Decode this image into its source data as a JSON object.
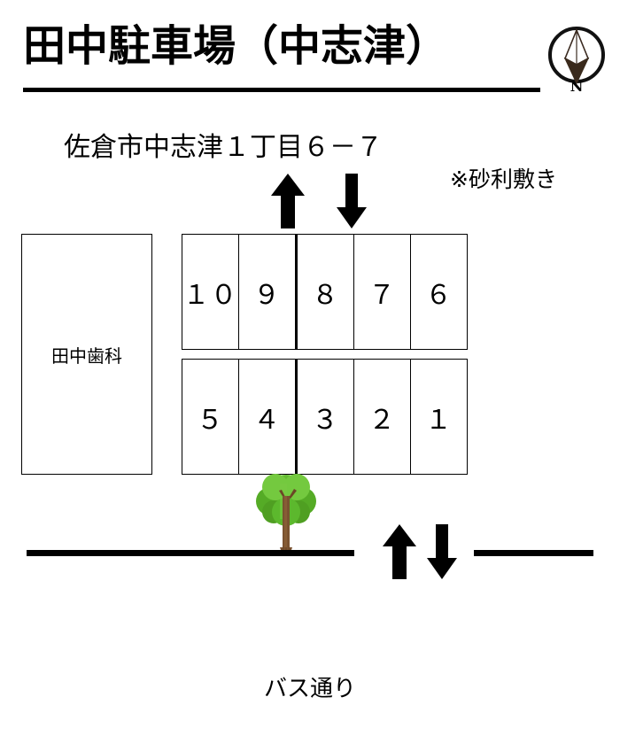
{
  "title": "田中駐車場（中志津）",
  "compass": {
    "label": "N",
    "icon": "compass-north-icon"
  },
  "address": "佐倉市中志津１丁目６－７",
  "note": "※砂利敷き",
  "building": {
    "label": "田中歯科"
  },
  "parking": {
    "rows": [
      {
        "id": "top",
        "stalls": [
          "１０",
          "９",
          "８",
          "７",
          "６"
        ]
      },
      {
        "id": "bottom",
        "stalls": [
          "５",
          "４",
          "３",
          "２",
          "１"
        ]
      }
    ],
    "thick_divider_after_index": 1
  },
  "arrows": {
    "entrance_up": "arrow-up-icon",
    "entrance_down": "arrow-down-icon",
    "road_up": "arrow-up-icon",
    "road_down": "arrow-down-icon"
  },
  "tree": {
    "name": "tree-icon",
    "foliage_color": "#5cb82d",
    "foliage_shade": "#3f9e1e",
    "foliage_light": "#7ac943",
    "trunk_color": "#7a5230"
  },
  "road": {
    "label": "バス通り",
    "color": "#000000"
  },
  "colors": {
    "ink": "#000000",
    "paper": "#ffffff"
  }
}
